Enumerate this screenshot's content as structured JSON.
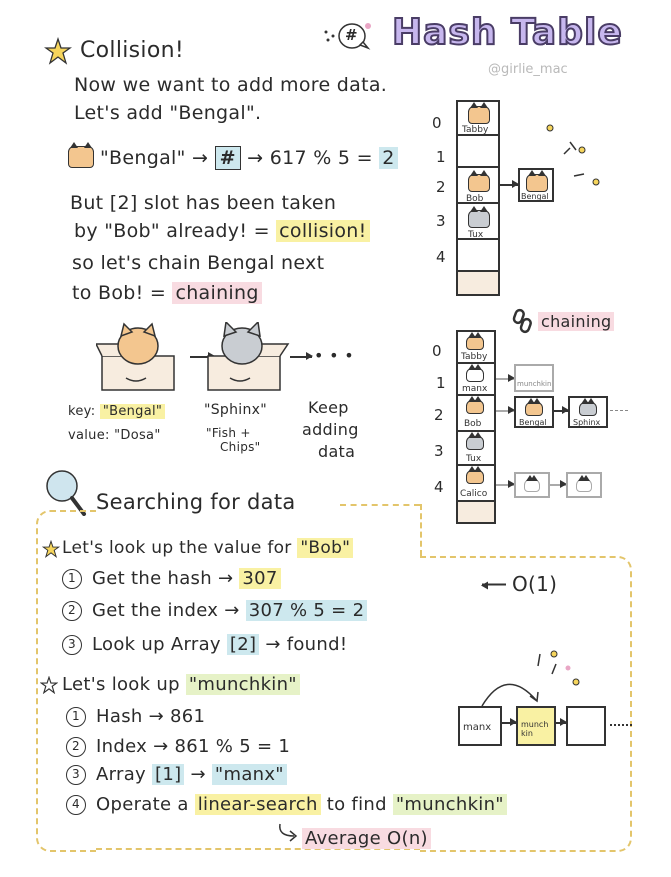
{
  "header": {
    "title": "Hash Table",
    "handle": "@girlie_mac",
    "hash_icon": "#"
  },
  "collision": {
    "heading": "Collision!",
    "line1": "Now we want to add more data.",
    "line2": "Let's add \"Bengal\".",
    "hash_line": {
      "key": "\"Bengal\"",
      "arrow": "→",
      "hash_symbol": "#",
      "calc": "→ 617 % 5 =",
      "result": "2"
    },
    "line3": "But [2] slot has been taken",
    "line4a": "by \"Bob\" already! =",
    "line4b": "collision!",
    "line5": "so let's chain Bengal next",
    "line6a": "to Bob!  =",
    "line6b": "chaining"
  },
  "boxes_example": {
    "key_label": "key:",
    "key1": "\"Bengal\"",
    "value_label": "value:",
    "value1": "\"Dosa\"",
    "key2": "\"Sphinx\"",
    "value2a": "\"Fish +",
    "value2b": "Chips\"",
    "dots": "• • •",
    "keep1": "Keep",
    "keep2": "adding",
    "keep3": "data"
  },
  "table_top": {
    "indices": [
      "0",
      "1",
      "2",
      "3",
      "4"
    ],
    "labels": [
      "Tabby",
      "",
      "Bob",
      "Tux",
      ""
    ],
    "chained_label": "Bengal"
  },
  "chaining": {
    "heading": "chaining",
    "indices": [
      "0",
      "1",
      "2",
      "3",
      "4"
    ],
    "labels": [
      "Tabby",
      "manx",
      "Bob",
      "Tux",
      "Calico"
    ],
    "row1_chain": [
      "munchkin"
    ],
    "row2_chain": [
      "Bengal",
      "Sphinx"
    ]
  },
  "search": {
    "heading": "Searching for data",
    "bob": {
      "intro_a": "Let's look up the value for",
      "intro_b": "\"Bob\"",
      "step1_num": "1",
      "step1_a": "Get the hash →",
      "step1_b": "307",
      "step2_num": "2",
      "step2_a": "Get the index →",
      "step2_b": "307 % 5 = 2",
      "step3_num": "3",
      "step3_a": "Look up Array",
      "step3_b": "[2]",
      "step3_c": "→ found!",
      "complexity": "O(1)"
    },
    "munchkin": {
      "intro_a": "Let's look up",
      "intro_b": "\"munchkin\"",
      "step1_num": "1",
      "step1": "Hash → 861",
      "step2_num": "2",
      "step2": "Index → 861 % 5 = 1",
      "step3_num": "3",
      "step3_a": "Array",
      "step3_b": "[1]",
      "step3_c": "→",
      "step3_d": "\"manx\"",
      "step4_num": "4",
      "step4_a": "Operate a",
      "step4_b": "linear-search",
      "step4_c": "to find",
      "step4_d": "\"munchkin\"",
      "average": "Average O(n)",
      "chain_labels": [
        "manx",
        "munch kin",
        ""
      ]
    }
  },
  "colors": {
    "highlight_yellow": "#f9f1a3",
    "highlight_blue": "#cde8ee",
    "highlight_pink": "#f8dbe1",
    "dash_border": "#e3c56b",
    "title_fill": "#c7b7ee",
    "cat_orange": "#f3c68f",
    "cat_gray": "#c9cdd2"
  }
}
